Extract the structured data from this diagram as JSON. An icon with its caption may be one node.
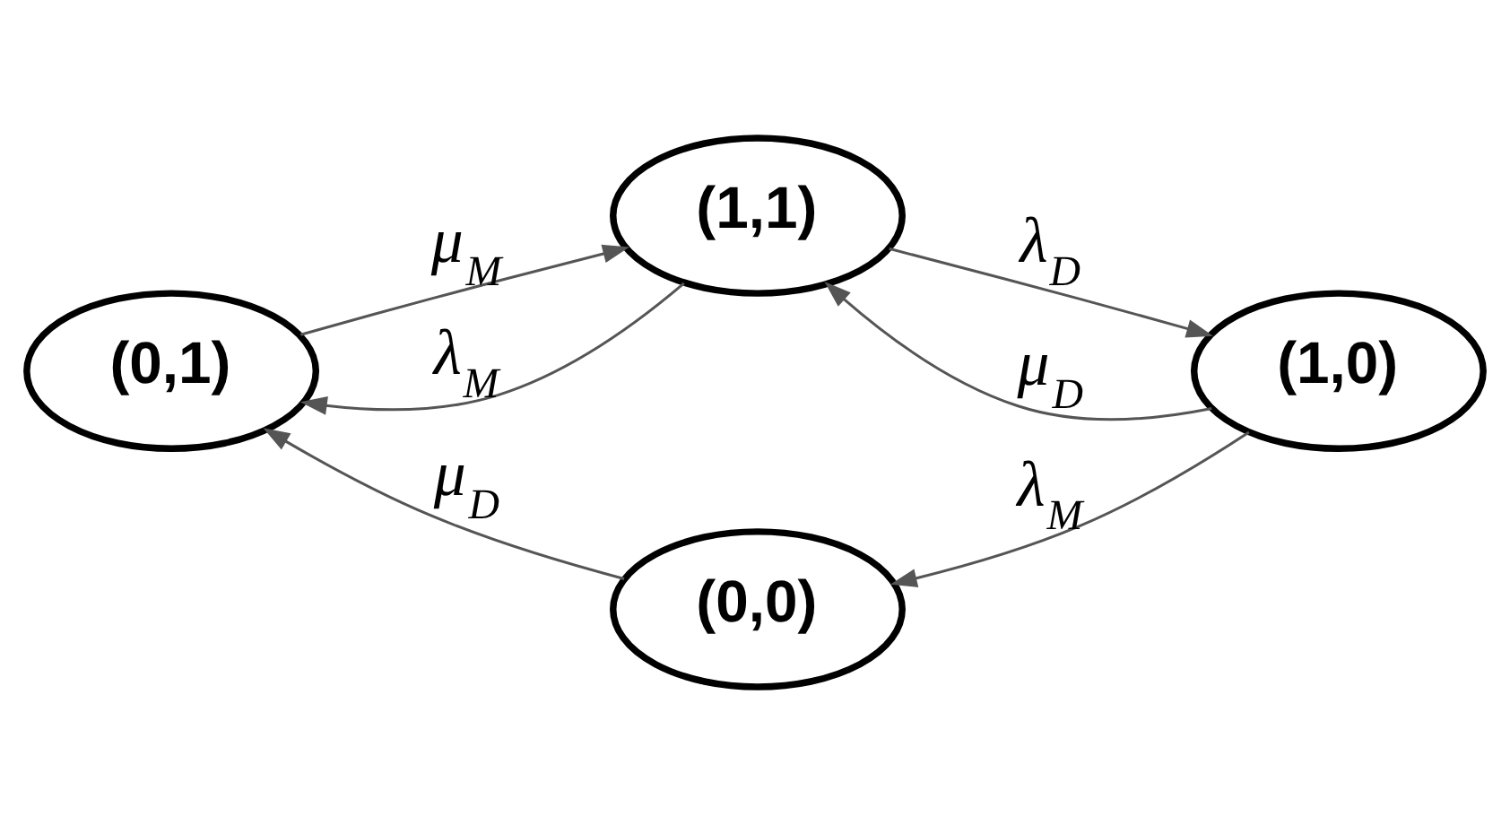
{
  "diagram": {
    "nodes": [
      {
        "text": [
          "(1,1)"
        ]
      },
      {
        "text": [
          "(0,1)"
        ]
      },
      {
        "text": [
          "(1,0)"
        ]
      },
      {
        "text": [
          "(0,0)"
        ]
      }
    ],
    "edges": [
      {
        "from": 0,
        "to": 1,
        "arrow": "to",
        "label": "λ$_{M}$"
      },
      {
        "from": 1,
        "to": 0,
        "arrow": "to",
        "label": "μ$_{M}$"
      },
      {
        "from": 0,
        "to": 2,
        "arrow": "to",
        "label": "λ$_{D}$"
      },
      {
        "from": 2,
        "to": 0,
        "arrow": "to",
        "label": "μ$_{D}$"
      },
      {
        "from": 2,
        "to": 3,
        "arrow": "to",
        "label": "λ$_{M}$"
      },
      {
        "from": 3,
        "to": 1,
        "arrow": "to",
        "label": "μ$_{D}$"
      }
    ]
  }
}
